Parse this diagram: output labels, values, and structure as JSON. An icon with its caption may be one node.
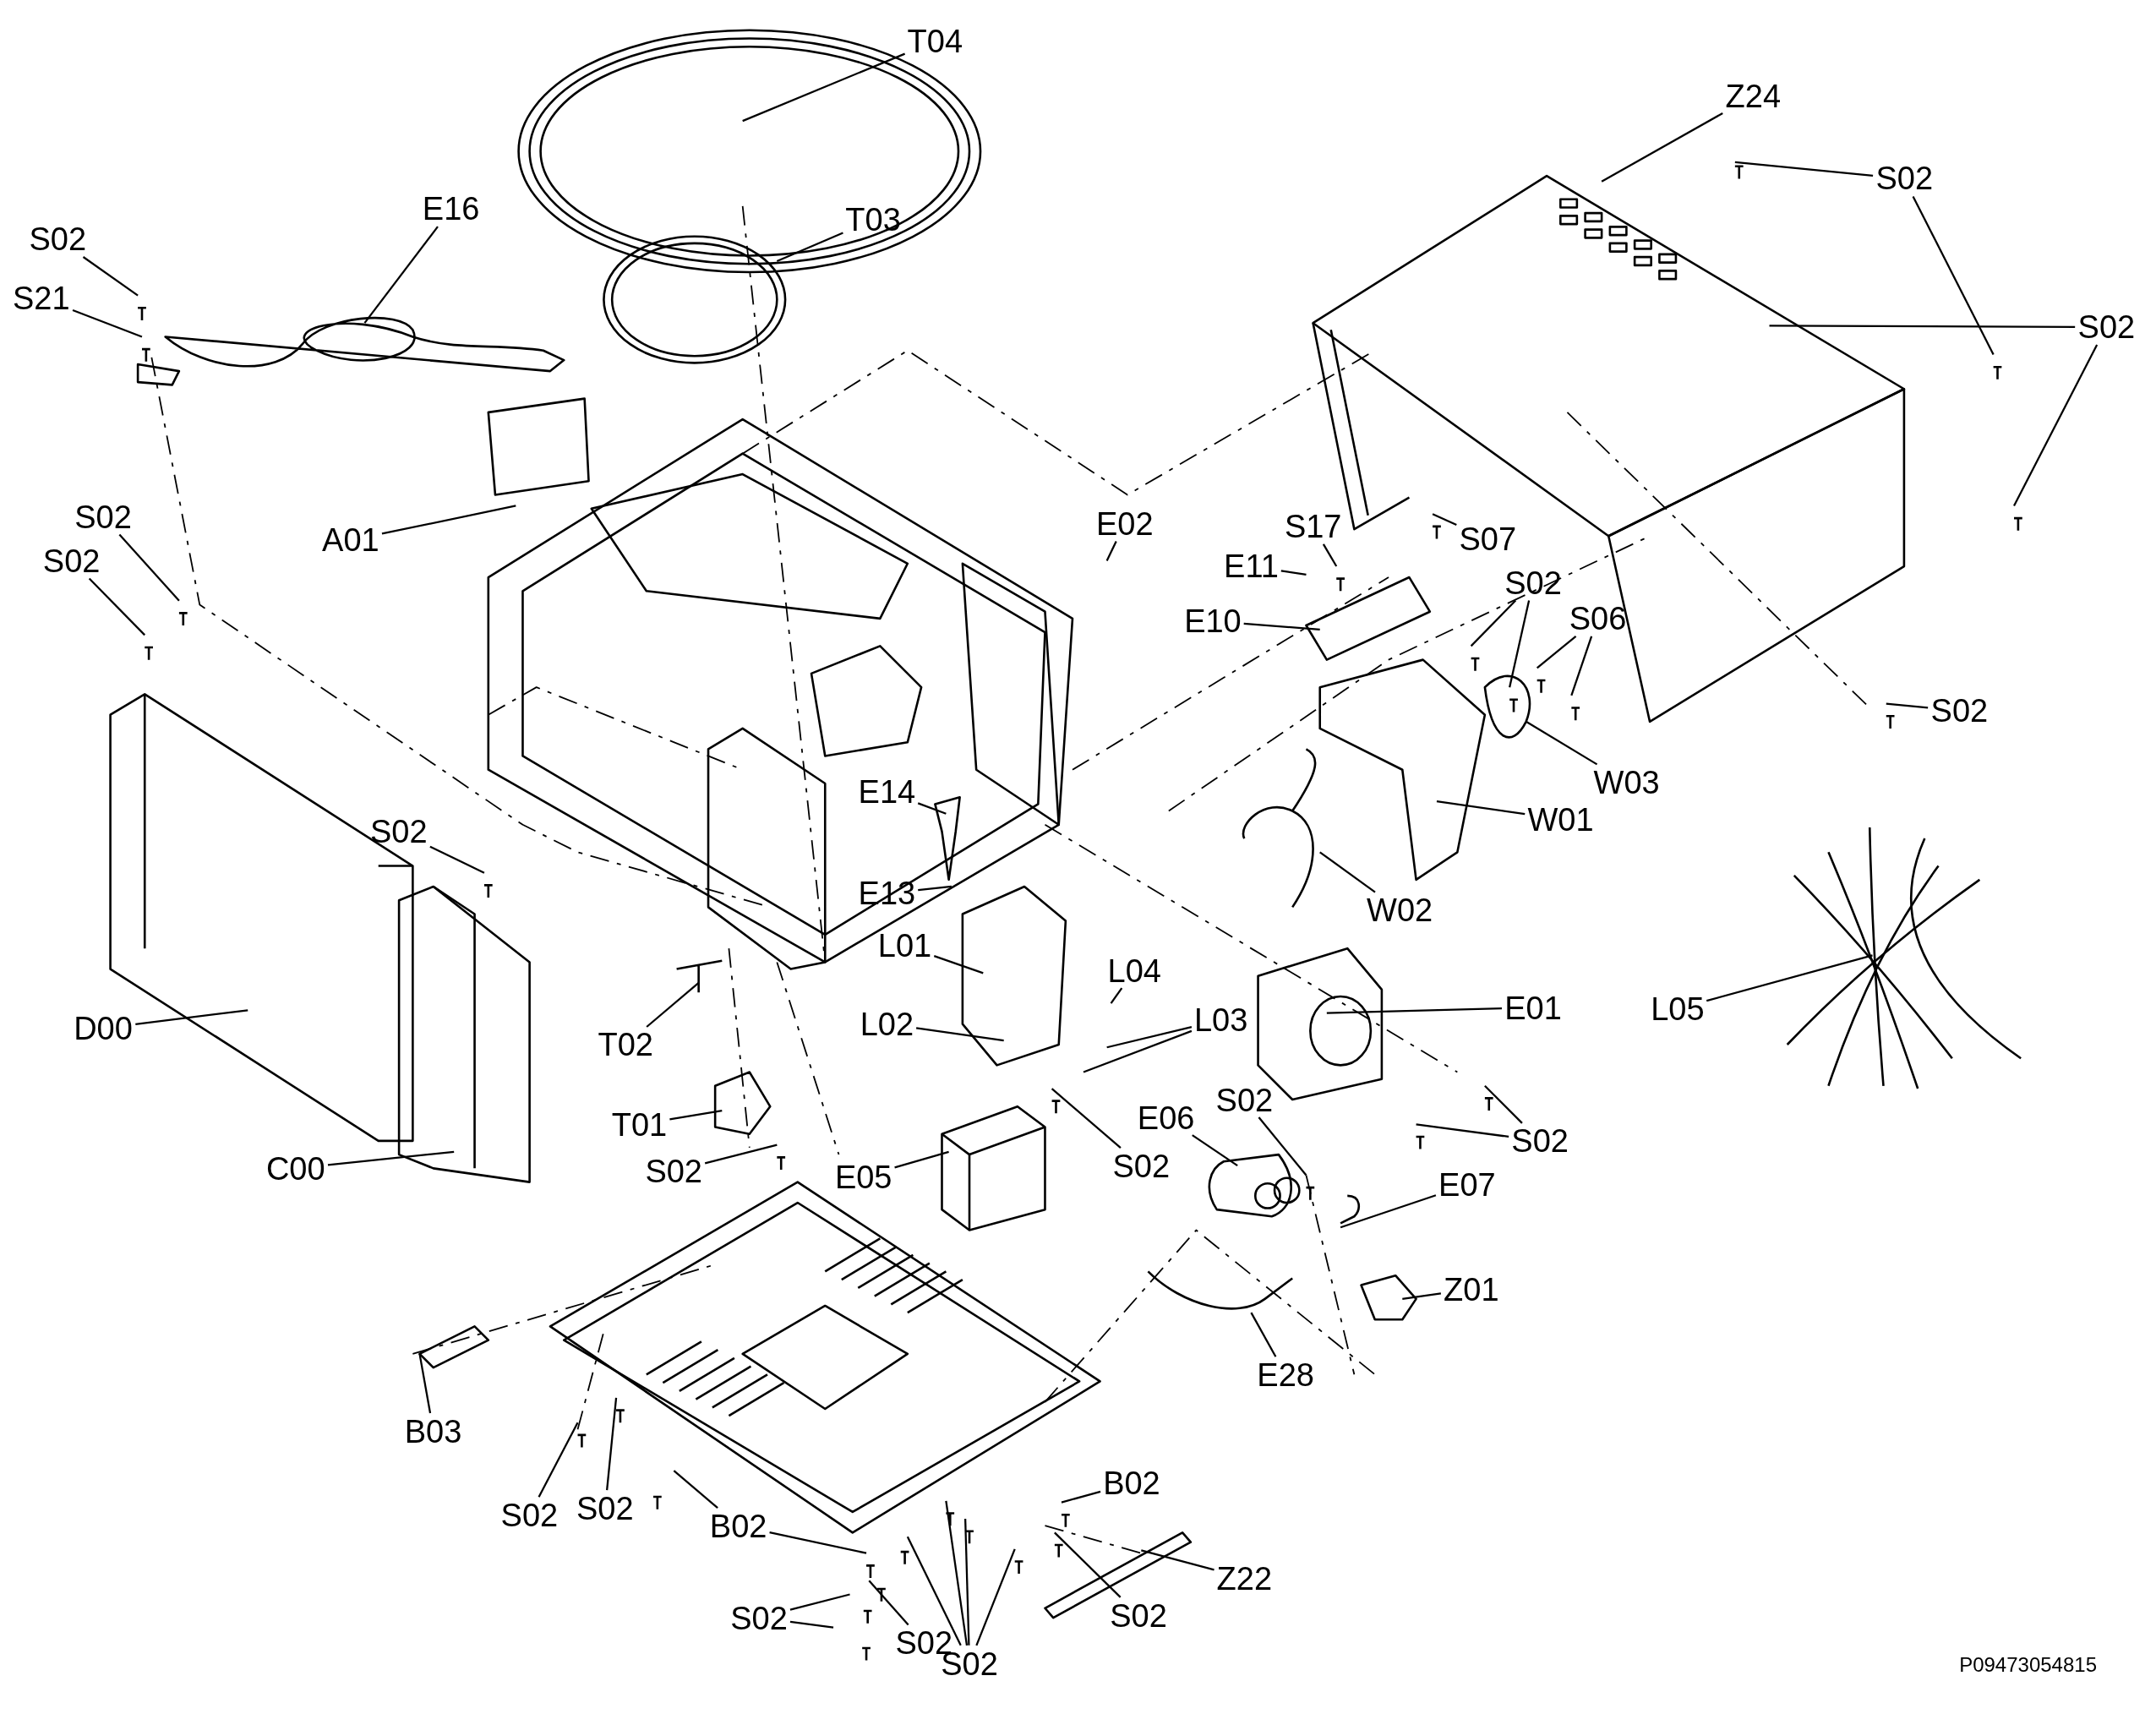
{
  "diagram": {
    "nodes": [
      {
        "text": [
          "T04"
        ]
      },
      {
        "text": [
          "T03"
        ]
      },
      {
        "text": [
          "E16"
        ]
      },
      {
        "text": [
          "S02"
        ]
      },
      {
        "text": [
          "S21"
        ]
      },
      {
        "text": [
          "Z24"
        ]
      },
      {
        "text": [
          "S02"
        ]
      },
      {
        "text": [
          "S02"
        ]
      },
      {
        "text": [
          "A01"
        ]
      },
      {
        "text": [
          "S02"
        ]
      },
      {
        "text": [
          "S02"
        ]
      },
      {
        "text": [
          "E02"
        ]
      },
      {
        "text": [
          "S17"
        ]
      },
      {
        "text": [
          "S07"
        ]
      },
      {
        "text": [
          "E11"
        ]
      },
      {
        "text": [
          "S02"
        ]
      },
      {
        "text": [
          "S06"
        ]
      },
      {
        "text": [
          "E10"
        ]
      },
      {
        "text": [
          "S02"
        ]
      },
      {
        "text": [
          "W03"
        ]
      },
      {
        "text": [
          "W01"
        ]
      },
      {
        "text": [
          "W02"
        ]
      },
      {
        "text": [
          "S02"
        ]
      },
      {
        "text": [
          "E14"
        ]
      },
      {
        "text": [
          "E13"
        ]
      },
      {
        "text": [
          "L01"
        ]
      },
      {
        "text": [
          "L04"
        ]
      },
      {
        "text": [
          "L03"
        ]
      },
      {
        "text": [
          "E01"
        ]
      },
      {
        "text": [
          "L05"
        ]
      },
      {
        "text": [
          "D00"
        ]
      },
      {
        "text": [
          "T02"
        ]
      },
      {
        "text": [
          "L02"
        ]
      },
      {
        "text": [
          "S02"
        ]
      },
      {
        "text": [
          "S02"
        ]
      },
      {
        "text": [
          "T01"
        ]
      },
      {
        "text": [
          "E06"
        ]
      },
      {
        "text": [
          "S02"
        ]
      },
      {
        "text": [
          "C00"
        ]
      },
      {
        "text": [
          "S02"
        ]
      },
      {
        "text": [
          "E05"
        ]
      },
      {
        "text": [
          "E07"
        ]
      },
      {
        "text": [
          "Z01"
        ]
      },
      {
        "text": [
          "E28"
        ]
      },
      {
        "text": [
          "B03"
        ]
      },
      {
        "text": [
          "S02"
        ]
      },
      {
        "text": [
          "S02"
        ]
      },
      {
        "text": [
          "B02"
        ]
      },
      {
        "text": [
          "B02"
        ]
      },
      {
        "text": [
          "Z22"
        ]
      },
      {
        "text": [
          "S02"
        ]
      },
      {
        "text": [
          "S02"
        ]
      },
      {
        "text": [
          "S02"
        ]
      },
      {
        "text": [
          "S02"
        ]
      }
    ],
    "edges": [
      {
        "from": 0,
        "to": null,
        "arrow": "none"
      },
      {
        "from": 1,
        "to": null,
        "arrow": "none"
      },
      {
        "from": 2,
        "to": null,
        "arrow": "none"
      },
      {
        "from": 3,
        "to": null,
        "arrow": "none"
      },
      {
        "from": 4,
        "to": null,
        "arrow": "none"
      },
      {
        "from": 5,
        "to": null,
        "arrow": "none"
      },
      {
        "from": 6,
        "to": null,
        "arrow": "none"
      },
      {
        "from": 6,
        "to": null,
        "arrow": "none"
      },
      {
        "from": 7,
        "to": null,
        "arrow": "none"
      },
      {
        "from": 7,
        "to": null,
        "arrow": "none"
      },
      {
        "from": 8,
        "to": null,
        "arrow": "none"
      },
      {
        "from": 9,
        "to": null,
        "arrow": "none"
      },
      {
        "from": 10,
        "to": null,
        "arrow": "none"
      },
      {
        "from": 11,
        "to": null,
        "arrow": "none"
      },
      {
        "from": 12,
        "to": null,
        "arrow": "none"
      },
      {
        "from": 13,
        "to": null,
        "arrow": "none"
      },
      {
        "from": 14,
        "to": null,
        "arrow": "none"
      },
      {
        "from": 15,
        "to": null,
        "arrow": "none"
      },
      {
        "from": 15,
        "to": null,
        "arrow": "none"
      },
      {
        "from": 16,
        "to": null,
        "arrow": "none"
      },
      {
        "from": 16,
        "to": null,
        "arrow": "none"
      },
      {
        "from": 17,
        "to": null,
        "arrow": "none"
      },
      {
        "from": 18,
        "to": null,
        "arrow": "none"
      },
      {
        "from": 19,
        "to": null,
        "arrow": "none"
      },
      {
        "from": 20,
        "to": null,
        "arrow": "none"
      },
      {
        "from": 21,
        "to": null,
        "arrow": "none"
      },
      {
        "from": 22,
        "to": null,
        "arrow": "none"
      },
      {
        "from": 23,
        "to": null,
        "arrow": "none"
      },
      {
        "from": 24,
        "to": null,
        "arrow": "none"
      },
      {
        "from": 25,
        "to": null,
        "arrow": "none"
      },
      {
        "from": 26,
        "to": null,
        "arrow": "none"
      },
      {
        "from": 27,
        "to": null,
        "arrow": "none"
      },
      {
        "from": 27,
        "to": null,
        "arrow": "none"
      },
      {
        "from": 28,
        "to": null,
        "arrow": "none"
      },
      {
        "from": 29,
        "to": null,
        "arrow": "none"
      },
      {
        "from": 30,
        "to": null,
        "arrow": "none"
      },
      {
        "from": 31,
        "to": null,
        "arrow": "none"
      },
      {
        "from": 32,
        "to": null,
        "arrow": "none"
      },
      {
        "from": 33,
        "to": null,
        "arrow": "none"
      },
      {
        "from": 34,
        "to": null,
        "arrow": "none"
      },
      {
        "from": 34,
        "to": null,
        "arrow": "none"
      },
      {
        "from": 35,
        "to": null,
        "arrow": "none"
      },
      {
        "from": 36,
        "to": null,
        "arrow": "none"
      },
      {
        "from": 37,
        "to": null,
        "arrow": "none"
      },
      {
        "from": 38,
        "to": null,
        "arrow": "none"
      },
      {
        "from": 39,
        "to": null,
        "arrow": "none"
      },
      {
        "from": 40,
        "to": null,
        "arrow": "none"
      },
      {
        "from": 41,
        "to": null,
        "arrow": "none"
      },
      {
        "from": 42,
        "to": null,
        "arrow": "none"
      },
      {
        "from": 43,
        "to": null,
        "arrow": "none"
      },
      {
        "from": 44,
        "to": null,
        "arrow": "none"
      },
      {
        "from": 45,
        "to": null,
        "arrow": "none"
      },
      {
        "from": 46,
        "to": null,
        "arrow": "none"
      },
      {
        "from": 47,
        "to": null,
        "arrow": "none"
      },
      {
        "from": 48,
        "to": null,
        "arrow": "none"
      },
      {
        "from": 48,
        "to": null,
        "arrow": "none"
      },
      {
        "from": 49,
        "to": null,
        "arrow": "none"
      },
      {
        "from": 50,
        "to": null,
        "arrow": "none"
      },
      {
        "from": 51,
        "to": null,
        "arrow": "none"
      },
      {
        "from": 51,
        "to": null,
        "arrow": "none"
      },
      {
        "from": 52,
        "to": null,
        "arrow": "none"
      },
      {
        "from": 53,
        "to": null,
        "arrow": "none"
      },
      {
        "from": 53,
        "to": null,
        "arrow": "none"
      },
      {
        "from": 53,
        "to": null,
        "arrow": "none"
      },
      {
        "from": 53,
        "to": null,
        "arrow": "none"
      }
    ],
    "labels": [
      "P09473054815"
    ]
  }
}
